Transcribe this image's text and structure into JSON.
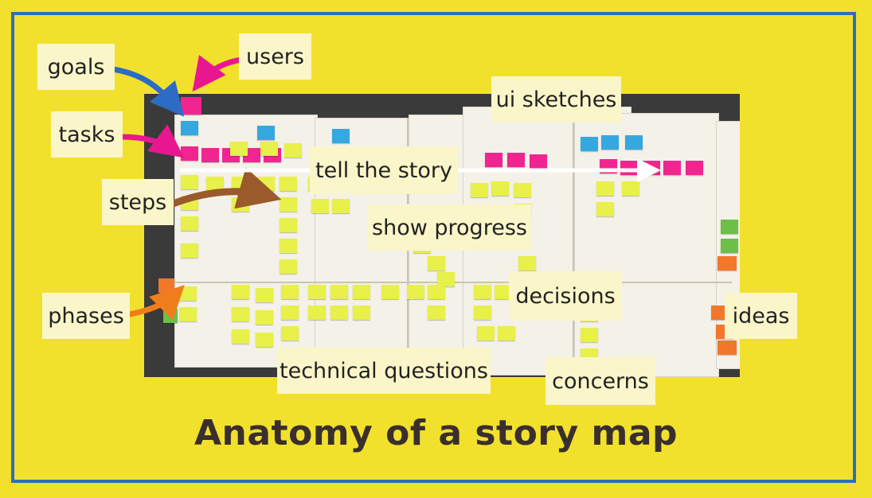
{
  "title": "Anatomy of a story map",
  "labels": {
    "goals": "goals",
    "users": "users",
    "tasks": "tasks",
    "steps": "steps",
    "phases": "phases",
    "ui_sketches": "ui sketches",
    "tell_the_story": "tell the story",
    "show_progress": "show progress",
    "decisions": "decisions",
    "ideas": "ideas",
    "technical_questions": "technical questions",
    "concerns": "concerns"
  },
  "colors": {
    "background": "#f2e12c",
    "frame": "#2f6fb7",
    "label_bg": "#fbf6c9",
    "arrow_blue": "#2c6cc4",
    "arrow_magenta": "#e8178f",
    "arrow_brown": "#9a5a2c",
    "arrow_orange": "#f07d1c",
    "arrow_white": "#ffffff"
  }
}
